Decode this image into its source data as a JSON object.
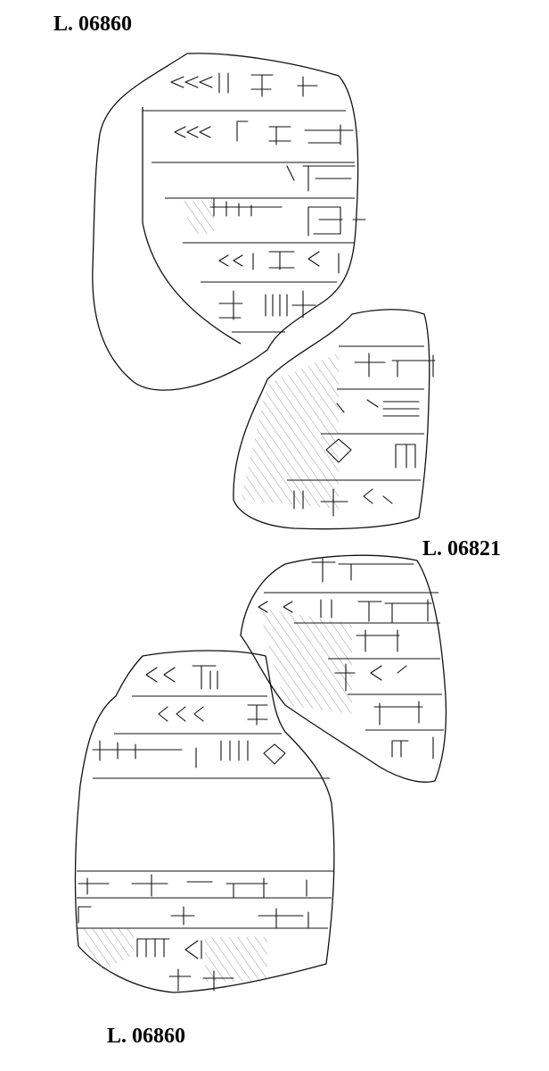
{
  "labels": {
    "top": "L. 06860",
    "middle": "L. 06821",
    "bottom": "L. 06860"
  }
}
